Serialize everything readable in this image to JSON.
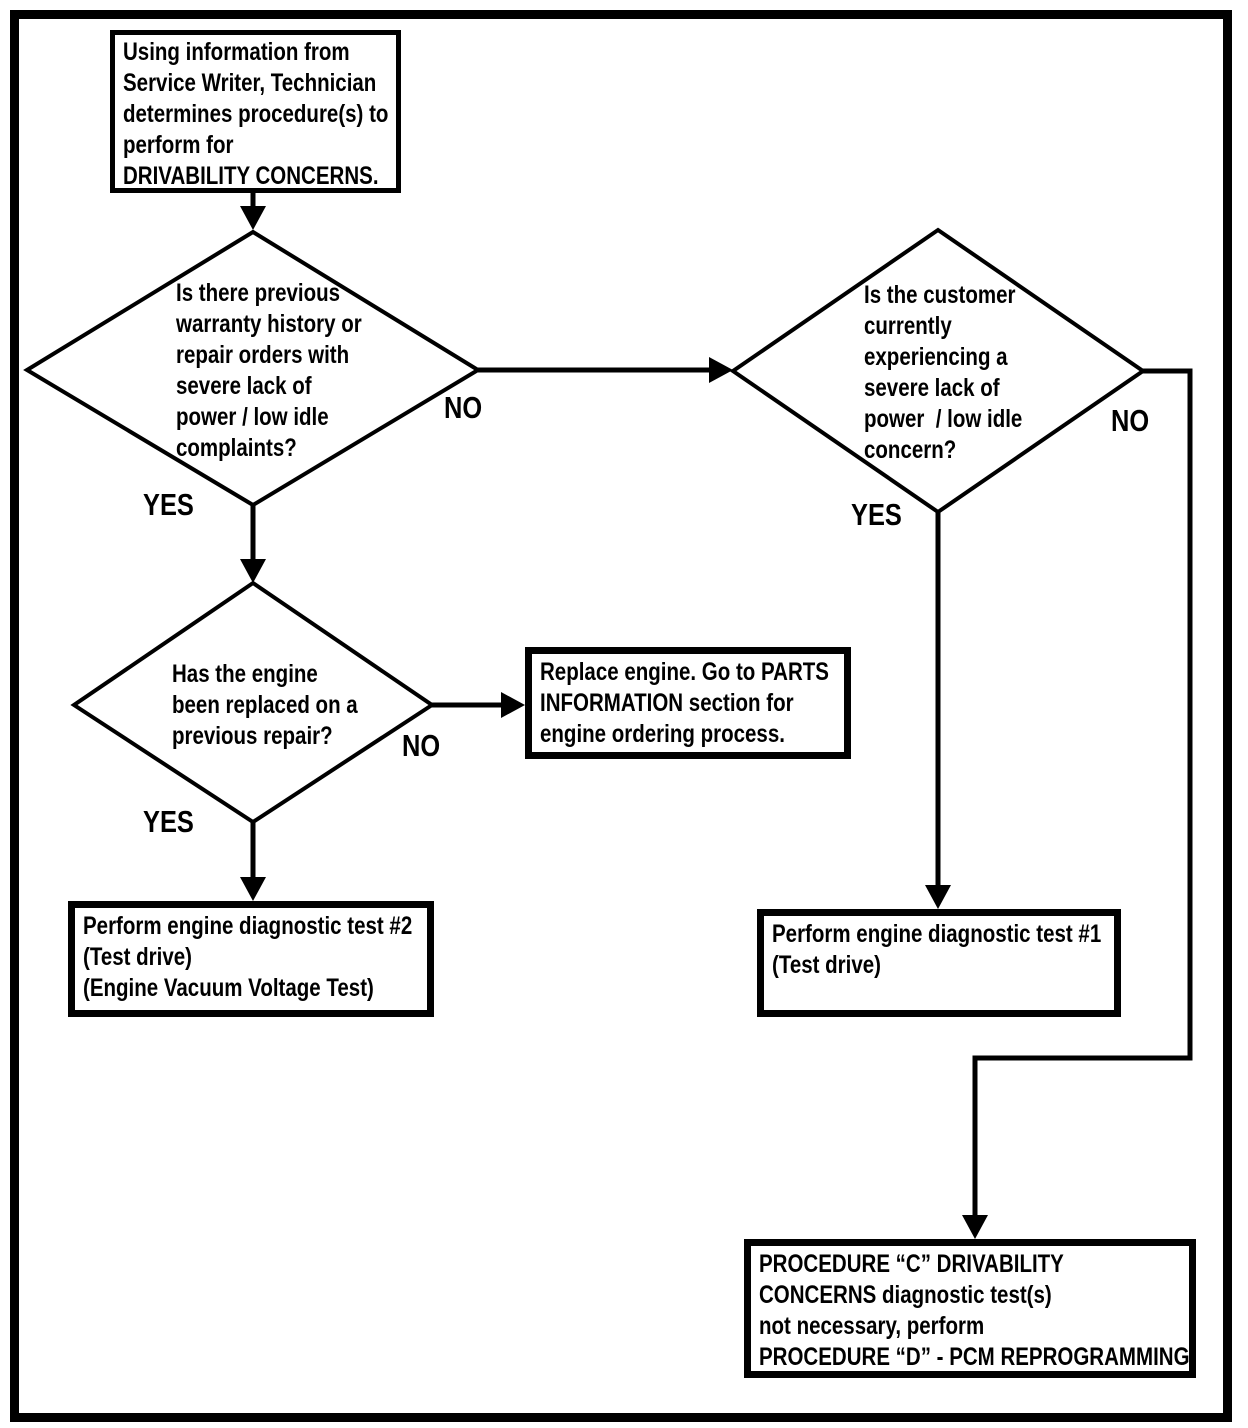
{
  "edge_labels": {
    "yes": "YES",
    "no": "NO"
  },
  "nodes": {
    "start": {
      "text": "Using information from\nService Writer, Technician\ndetermines procedure(s) to\nperform for\nDRIVABILITY CONCERNS."
    },
    "decision_warranty": {
      "text": "Is there previous\nwarranty history or\nrepair orders with\nsevere lack of\npower / low idle\ncomplaints?"
    },
    "decision_customer": {
      "text": "Is the customer\ncurrently\nexperiencing a\nsevere lack of\npower  / low idle\nconcern?"
    },
    "decision_engine_replaced": {
      "text": "Has the engine\nbeen replaced on a\nprevious repair?"
    },
    "replace_engine": {
      "text": "Replace engine. Go to PARTS\nINFORMATION section for\nengine ordering process."
    },
    "diag_test_2": {
      "text": "Perform engine diagnostic test #2\n(Test drive)\n(Engine Vacuum Voltage Test)"
    },
    "diag_test_1": {
      "text": "Perform engine diagnostic test #1\n(Test drive)"
    },
    "procedure_c": {
      "text": "PROCEDURE “C” DRIVABILITY\nCONCERNS diagnostic test(s)\nnot necessary, perform\nPROCEDURE “D” - PCM REPROGRAMMING"
    }
  },
  "colors": {
    "ink": "#000000",
    "background": "#ffffff"
  }
}
